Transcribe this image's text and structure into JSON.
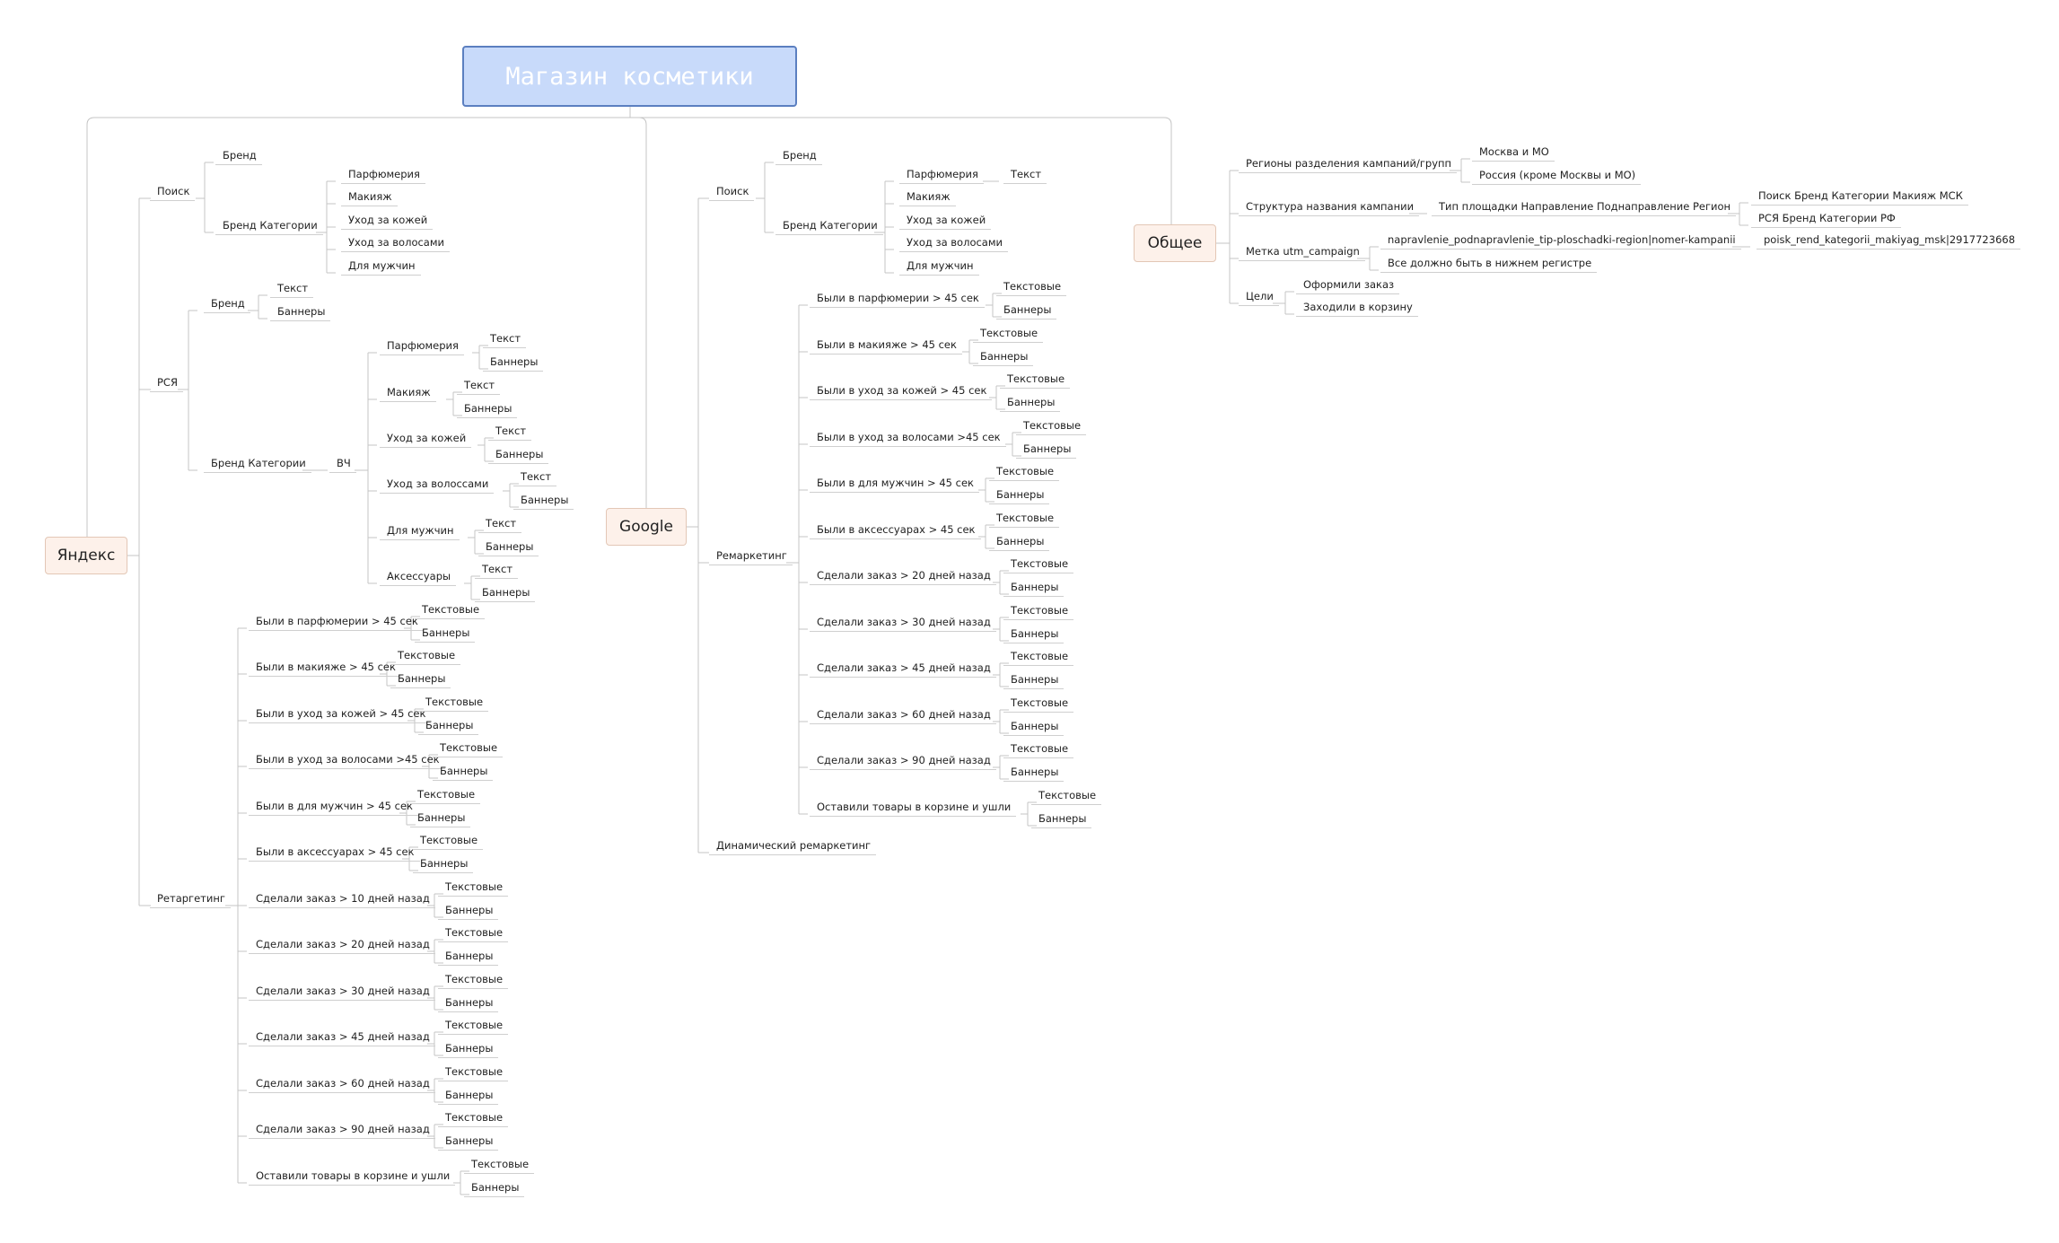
{
  "root": "Магазин косметики",
  "yandex": {
    "label": "Яндекс",
    "search": {
      "label": "Поиск",
      "brand": "Бренд",
      "brand_cat": "Бренд Категории",
      "cats": [
        "Парфюмерия",
        "Макияж",
        "Уход за кожей",
        "Уход за волосами",
        "Для мужчин"
      ]
    },
    "rsya": {
      "label": "РСЯ",
      "brand": {
        "label": "Бренд",
        "text": "Текст",
        "banners": "Баннеры"
      },
      "brand_cat": "Бренд Категории",
      "vch": "ВЧ",
      "cats": [
        {
          "label": "Парфюмерия",
          "text": "Текст",
          "banners": "Баннеры"
        },
        {
          "label": "Макияж",
          "text": "Текст",
          "banners": "Баннеры"
        },
        {
          "label": "Уход за кожей",
          "text": "Текст",
          "banners": "Баннеры"
        },
        {
          "label": "Уход за волоссами",
          "text": "Текст",
          "banners": "Баннеры"
        },
        {
          "label": "Для мужчин",
          "text": "Текст",
          "banners": "Баннеры"
        },
        {
          "label": "Аксессуары",
          "text": "Текст",
          "banners": "Баннеры"
        }
      ]
    },
    "retargeting": {
      "label": "Ретаргетинг",
      "items": [
        {
          "label": "Были в парфюмерии > 45 сек",
          "text": "Текстовые",
          "banners": "Баннеры"
        },
        {
          "label": "Были в макияже > 45 сек",
          "text": "Текстовые",
          "banners": "Баннеры"
        },
        {
          "label": "Были в уход за кожей > 45 сек",
          "text": "Текстовые",
          "banners": "Баннеры"
        },
        {
          "label": "Были в уход за волосами >45 сек",
          "text": "Текстовые",
          "banners": "Баннеры"
        },
        {
          "label": "Были в для мужчин > 45 сек",
          "text": "Текстовые",
          "banners": "Баннеры"
        },
        {
          "label": "Были в аксессуарах > 45 сек",
          "text": "Текстовые",
          "banners": "Баннеры"
        },
        {
          "label": "Сделали заказ > 10 дней назад",
          "text": "Текстовые",
          "banners": "Баннеры"
        },
        {
          "label": "Сделали заказ > 20 дней назад",
          "text": "Текстовые",
          "banners": "Баннеры"
        },
        {
          "label": "Сделали заказ > 30 дней назад",
          "text": "Текстовые",
          "banners": "Баннеры"
        },
        {
          "label": "Сделали заказ > 45 дней назад",
          "text": "Текстовые",
          "banners": "Баннеры"
        },
        {
          "label": "Сделали заказ > 60 дней назад",
          "text": "Текстовые",
          "banners": "Баннеры"
        },
        {
          "label": "Сделали заказ > 90 дней назад",
          "text": "Текстовые",
          "banners": "Баннеры"
        },
        {
          "label": "Оставили товары в корзине и ушли",
          "text": "Текстовые",
          "banners": "Баннеры"
        }
      ]
    }
  },
  "google": {
    "label": "Google",
    "search": {
      "label": "Поиск",
      "brand": "Бренд",
      "brand_cat": "Бренд Категории",
      "cats": [
        "Парфюмерия",
        "Макияж",
        "Уход за кожей",
        "Уход за волосами",
        "Для мужчин"
      ],
      "perfume_text": "Текст"
    },
    "remarketing": {
      "label": "Ремаркетинг",
      "items": [
        {
          "label": "Были в парфюмерии > 45 сек",
          "text": "Текстовые",
          "banners": "Баннеры"
        },
        {
          "label": "Были в макияже > 45 сек",
          "text": "Текстовые",
          "banners": "Баннеры"
        },
        {
          "label": "Были в уход за кожей > 45 сек",
          "text": "Текстовые",
          "banners": "Баннеры"
        },
        {
          "label": "Были в уход за волосами >45 сек",
          "text": "Текстовые",
          "banners": "Баннеры"
        },
        {
          "label": "Были в для мужчин > 45 сек",
          "text": "Текстовые",
          "banners": "Баннеры"
        },
        {
          "label": "Были в аксессуарах > 45 сек",
          "text": "Текстовые",
          "banners": "Баннеры"
        },
        {
          "label": "Сделали заказ > 20 дней назад",
          "text": "Текстовые",
          "banners": "Баннеры"
        },
        {
          "label": "Сделали заказ > 30 дней назад",
          "text": "Текстовые",
          "banners": "Баннеры"
        },
        {
          "label": "Сделали заказ > 45 дней назад",
          "text": "Текстовые",
          "banners": "Баннеры"
        },
        {
          "label": "Сделали заказ > 60 дней назад",
          "text": "Текстовые",
          "banners": "Баннеры"
        },
        {
          "label": "Сделали заказ > 90 дней назад",
          "text": "Текстовые",
          "banners": "Баннеры"
        },
        {
          "label": "Оставили товары в корзине и ушли",
          "text": "Текстовые",
          "banners": "Баннеры"
        }
      ]
    },
    "dynamic": "Динамический ремаркетинг"
  },
  "general": {
    "label": "Общее",
    "regions": {
      "label": "Регионы разделения кампаний/групп",
      "items": [
        "Москва и МО",
        "Россия (кроме Москвы и МО)"
      ]
    },
    "naming": {
      "label": "Структура названия кампании",
      "pattern": "Тип площадки Направление Поднаправление Регион",
      "examples": [
        "Поиск Бренд Категории Макияж МСК",
        "РСЯ Бренд Категории РФ"
      ]
    },
    "utm": {
      "label": "Метка utm_campaign",
      "pattern": "napravlenie_podnapravlenie_tip-ploschadki-region|nomer-kampanii",
      "example": "poisk_rend_kategorii_makiyag_msk|2917723668",
      "note": "Все должно быть в нижнем регистре"
    },
    "goals": {
      "label": "Цели",
      "items": [
        "Оформили заказ",
        "Заходили в корзину"
      ]
    }
  }
}
